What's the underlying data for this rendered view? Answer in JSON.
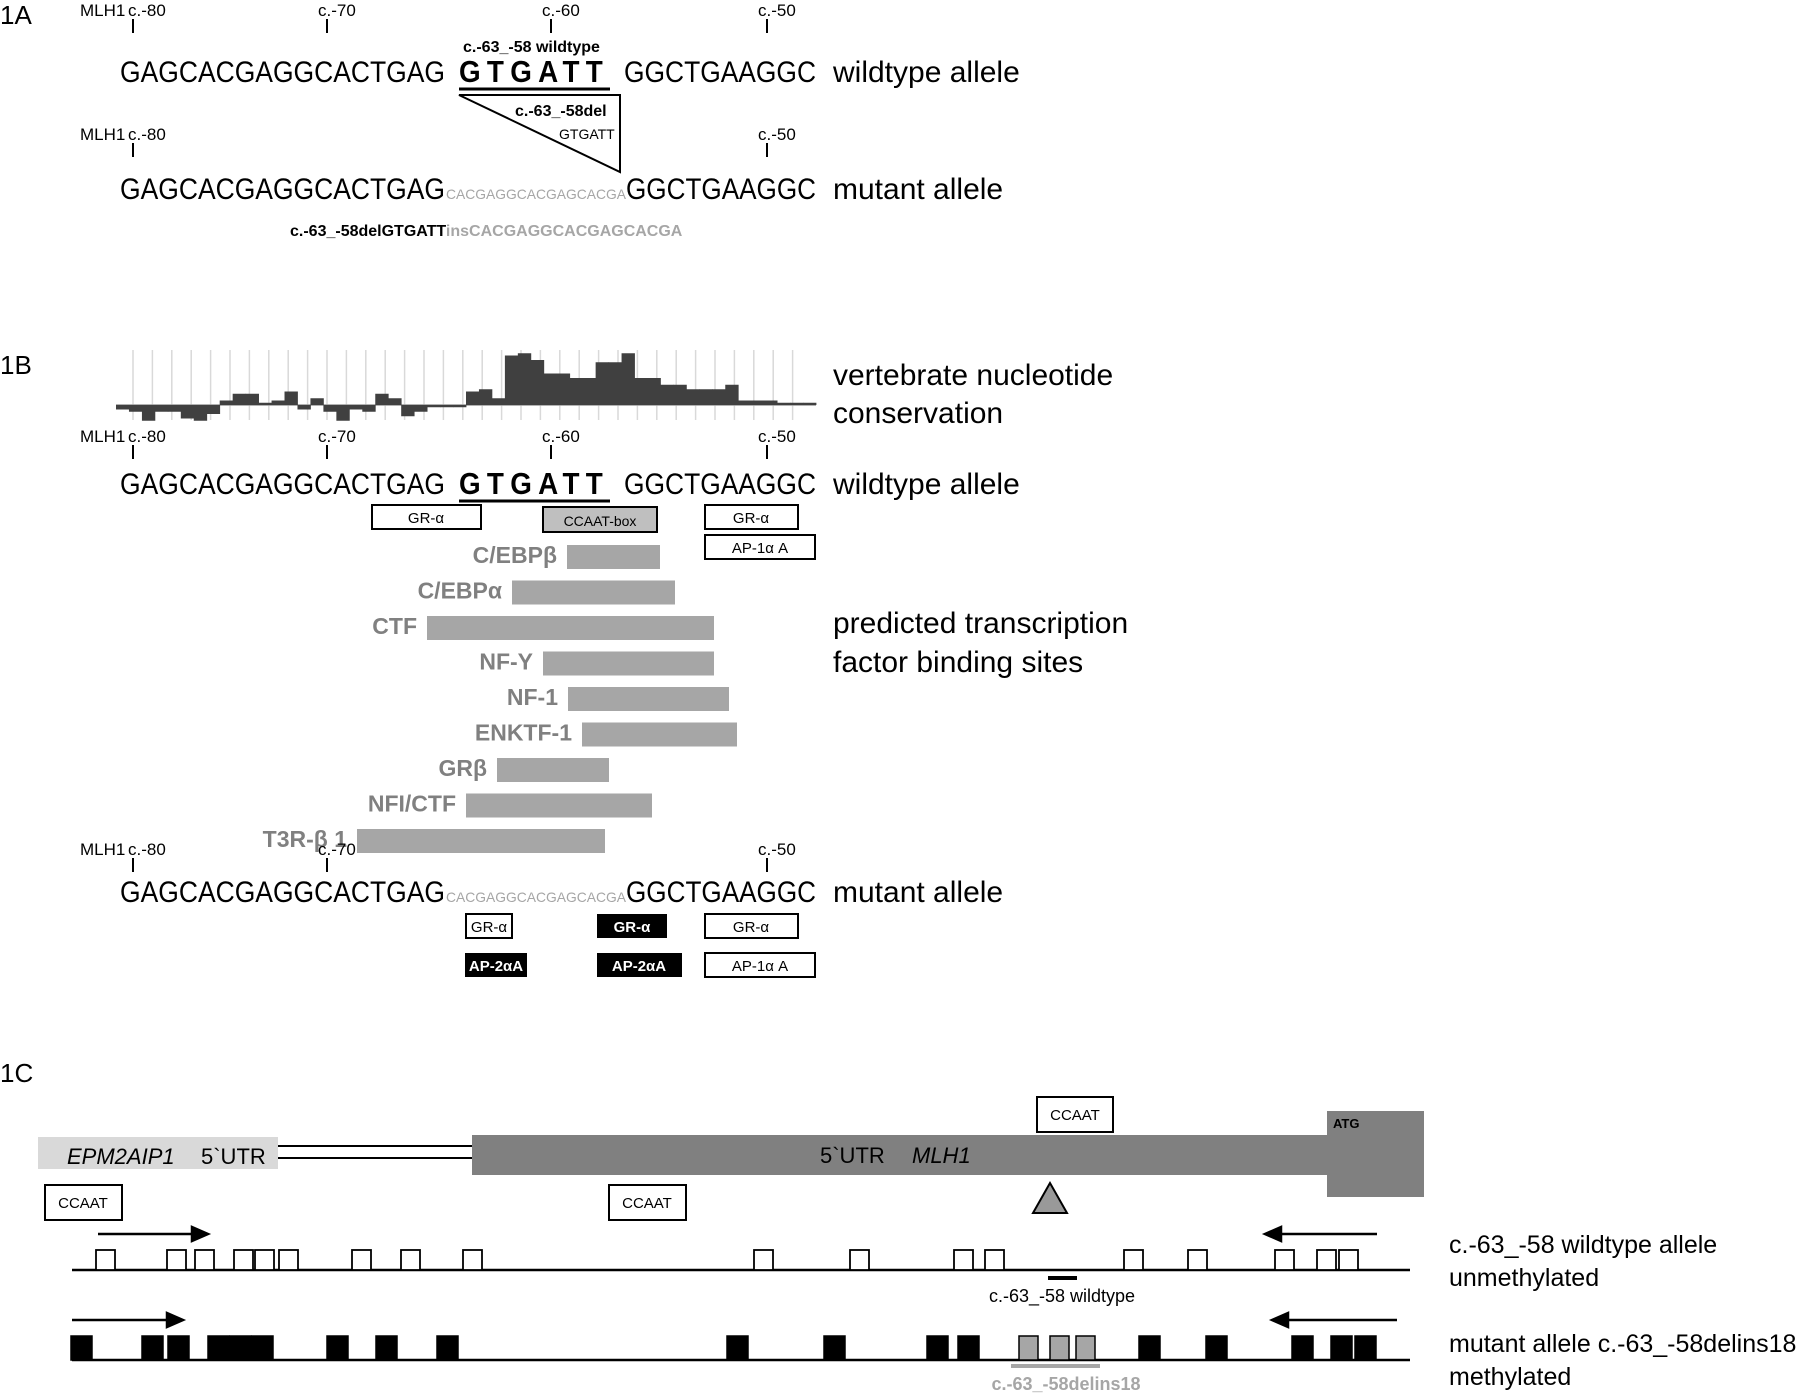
{
  "panel_a": {
    "label": "1A",
    "gene": "MLH1",
    "ticks": [
      "c.-80",
      "c.-70",
      "c.-60",
      "c.-50"
    ],
    "wt_left": "GAGCACGAGGCACTGAG",
    "wt_motif": "GTGATT",
    "wt_right": "GGCTGAAGGC",
    "wt_caption": "c.-63_-58 wildtype",
    "wt_allele_label": "wildtype allele",
    "del_caption": "c.-63_-58del",
    "del_seq": "GTGATT",
    "mut_left": "GAGCACGAGGCACTGAG",
    "mut_ins": "CACGAGGCACGAGCACGA",
    "mut_right": "GGCTGAAGGC",
    "mut_allele_label": "mutant allele",
    "hgvs_del": "c.-63_-58delGTGATT",
    "hgvs_ins": "insCACGAGGCACGAGCACGA"
  },
  "panel_b": {
    "label": "1B",
    "conservation_label_1": "vertebrate nucleotide",
    "conservation_label_2": "conservation",
    "conservation_values": [
      -0.1,
      -0.15,
      -0.35,
      -0.15,
      -0.15,
      -0.3,
      -0.35,
      -0.2,
      0.1,
      0.25,
      0.25,
      0.05,
      0.1,
      0.3,
      -0.1,
      0.15,
      -0.15,
      -0.35,
      -0.1,
      -0.15,
      0.25,
      0.15,
      -0.25,
      -0.15,
      -0.05,
      -0.05,
      -0.05,
      0.3,
      0.35,
      0.15,
      1.1,
      1.15,
      1.0,
      0.7,
      0.7,
      0.6,
      0.6,
      0.95,
      0.95,
      1.15,
      0.6,
      0.6,
      0.45,
      0.45,
      0.35,
      0.35,
      0.35,
      0.45,
      0.1,
      0.1,
      0.1,
      0.05,
      0.05,
      0.05
    ],
    "ticks": [
      "c.-80",
      "c.-70",
      "c.-60",
      "c.-50"
    ],
    "gene": "MLH1",
    "wt_allele_label": "wildtype allele",
    "wt_left": "GAGCACGAGGCACTGAG",
    "wt_motif": "GTGATT",
    "wt_right": "GGCTGAAGGC",
    "wt_boxes": {
      "gr_left": "GR-α",
      "ccaat": "CCAAT-box",
      "gr_right": "GR-α",
      "ap1": "AP-1α A"
    },
    "tf_sites": [
      {
        "name": "C/EBPβ",
        "start": 567,
        "end": 660
      },
      {
        "name": "C/EBPα",
        "start": 512,
        "end": 675
      },
      {
        "name": "CTF",
        "start": 427,
        "end": 714
      },
      {
        "name": "NF-Y",
        "start": 543,
        "end": 714
      },
      {
        "name": "NF-1",
        "start": 568,
        "end": 729
      },
      {
        "name": "ENKTF-1",
        "start": 582,
        "end": 737
      },
      {
        "name": "GRβ",
        "start": 497,
        "end": 609
      },
      {
        "name": "NFI/CTF",
        "start": 466,
        "end": 652
      },
      {
        "name": "T3R-β 1",
        "start": 357,
        "end": 605
      }
    ],
    "tf_label_1": "predicted   transcription",
    "tf_label_2": "factor binding sites",
    "mut_allele_label": "mutant allele",
    "mut_left": "GAGCACGAGGCACTGAG",
    "mut_ins": "CACGAGGCACGAGCACGA",
    "mut_right": "GGCTGAAGGC",
    "mut_boxes": {
      "gr1": "GR-α",
      "gr2": "GR-α",
      "gr3": "GR-α",
      "ap2a": "AP-2αA",
      "ap2b": "AP-2αA",
      "ap1": "AP-1α A"
    }
  },
  "panel_c": {
    "label": "1C",
    "epm_gene": "EPM2AIP1",
    "epm_utr": "5`UTR",
    "mlh_utr": "5`UTR",
    "mlh_gene": "MLH1",
    "atg": "ATG",
    "ccaat_1": "CCAAT",
    "ccaat_2": "CCAAT",
    "ccaat_3": "CCAAT",
    "wt_label_1": "c.-63_-58 wildtype allele",
    "wt_label_2": "unmethylated",
    "wt_site": "c.-63_-58 wildtype",
    "mut_label_1": "mutant allele c.-63_-58delins18",
    "mut_label_2": "methylated",
    "mut_site": "c.-63_-58delins18"
  }
}
